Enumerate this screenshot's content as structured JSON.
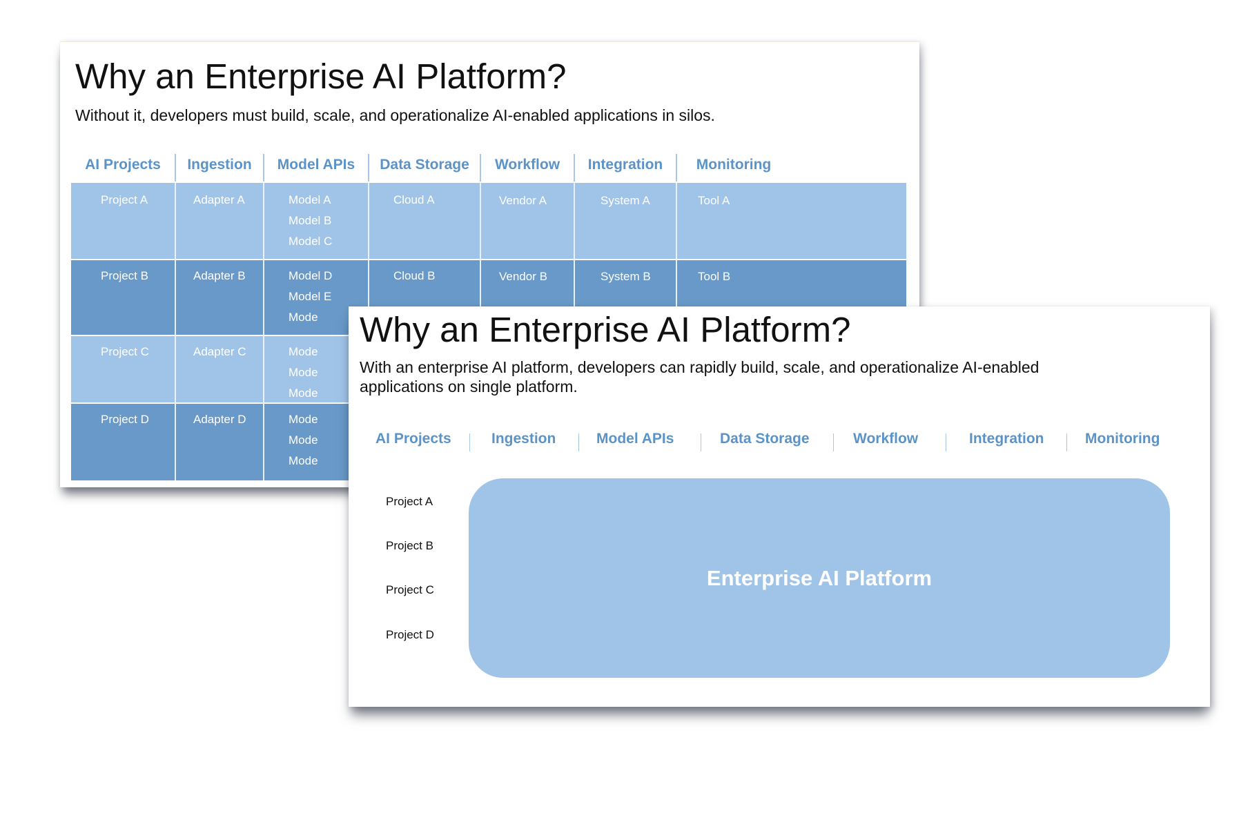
{
  "back_slide": {
    "title": "Why an Enterprise AI Platform?",
    "subtitle": "Without it, developers must build, scale, and operationalize AI-enabled applications in silos.",
    "columns": [
      "AI Projects",
      "Ingestion",
      "Model APIs",
      "Data Storage",
      "Workflow",
      "Integration",
      "Monitoring"
    ],
    "rows": [
      {
        "cells": [
          [
            "Project A"
          ],
          [
            "Adapter A"
          ],
          [
            "Model A",
            "Model B",
            "Model C"
          ],
          [
            "Cloud A"
          ],
          [
            "Vendor A"
          ],
          [
            "System A"
          ],
          [
            "Tool A"
          ]
        ]
      },
      {
        "cells": [
          [
            "Project B"
          ],
          [
            "Adapter B"
          ],
          [
            "Model D",
            "Model E",
            "Mode"
          ],
          [
            "Cloud B"
          ],
          [
            "Vendor B"
          ],
          [
            "System B"
          ],
          [
            "Tool B"
          ]
        ]
      },
      {
        "cells": [
          [
            "Project C"
          ],
          [
            "Adapter C"
          ],
          [
            "Mode",
            "Mode",
            "Mode"
          ],
          [],
          [],
          [],
          []
        ]
      },
      {
        "cells": [
          [
            "Project D"
          ],
          [
            "Adapter D"
          ],
          [
            "Mode",
            "Mode",
            "Mode"
          ],
          [],
          [],
          [],
          []
        ]
      }
    ]
  },
  "front_slide": {
    "title": "Why an Enterprise AI Platform?",
    "subtitle": "With an enterprise AI platform, developers can rapidly build, scale, and operationalize AI-enabled applications on single platform.",
    "columns": [
      "AI Projects",
      "Ingestion",
      "Model APIs",
      "Data Storage",
      "Workflow",
      "Integration",
      "Monitoring"
    ],
    "projects": [
      "Project A",
      "Project B",
      "Project C",
      "Project D"
    ],
    "platform_label": "Enterprise AI Platform"
  },
  "colors": {
    "header_text": "#5b93c7",
    "row_light": "#a0c4e7",
    "row_dark": "#6899c8",
    "platform_fill": "#a0c4e7"
  }
}
